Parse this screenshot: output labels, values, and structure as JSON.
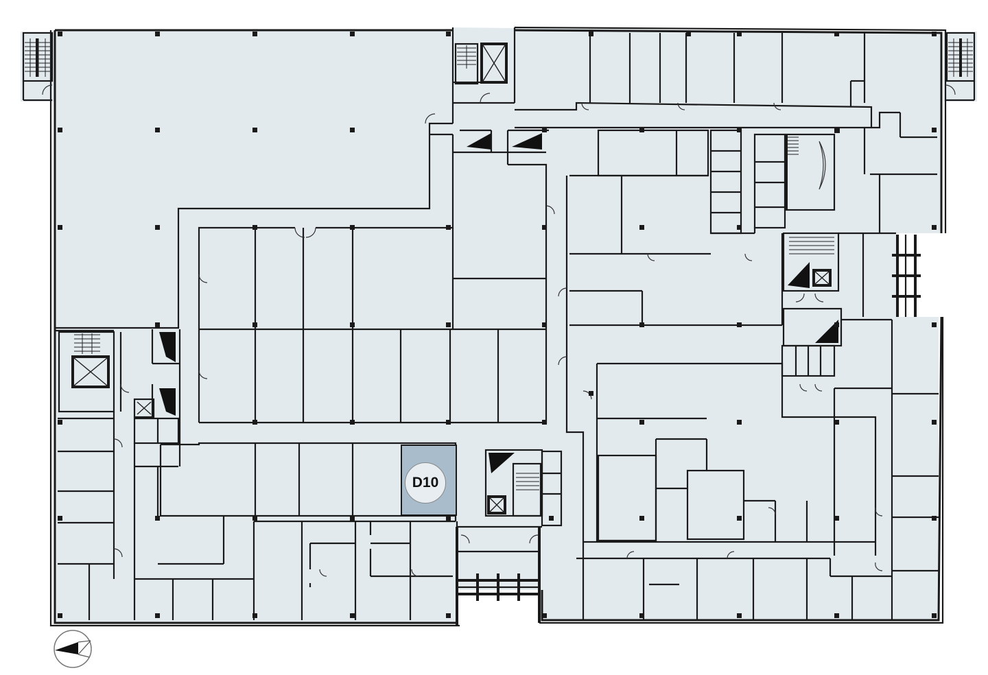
{
  "plan": {
    "type": "floor-plan",
    "highlighted_unit": {
      "label": "D10",
      "fill_color": "#a9bccb"
    },
    "colors": {
      "floor": "#e3eaee",
      "walls": "#1a1a1a",
      "background": "#ffffff"
    },
    "compass": {
      "icon": "north-arrow-icon",
      "direction": "west"
    }
  }
}
